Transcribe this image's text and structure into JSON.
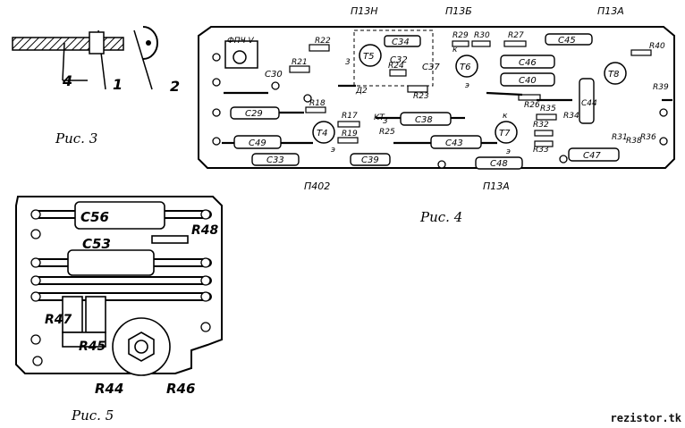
{
  "figures": {
    "fig3": {
      "caption": "Рис. 3",
      "labels": [
        "4",
        "1",
        "2"
      ]
    },
    "fig4": {
      "caption": "Рис. 4",
      "top_labels": [
        "П13Н",
        "П13Б",
        "П13А"
      ],
      "bottom_labels": [
        "П402",
        "П13А"
      ],
      "chip_label": "ФПЧ V",
      "caps": [
        "С34",
        "С38",
        "С43",
        "С45",
        "С46",
        "С40",
        "С44",
        "С47",
        "С48",
        "С29",
        "С49",
        "С33",
        "С39",
        "С30",
        "С32",
        "С37"
      ],
      "resistors": [
        "R22",
        "R21",
        "R24",
        "R23",
        "R29",
        "R30",
        "R27",
        "R40",
        "R18",
        "R17",
        "R19",
        "R25",
        "R26",
        "R35",
        "R34",
        "R32",
        "R33",
        "R31",
        "R36",
        "R38",
        "R39"
      ],
      "transistors": [
        "Т5",
        "Т6",
        "Т8",
        "Т4",
        "Т7"
      ],
      "misc": [
        "Д2",
        "КТ",
        "3",
        "3",
        "к",
        "э",
        "э",
        "к",
        "э"
      ]
    },
    "fig5": {
      "caption": "Рис. 5",
      "labels": [
        "С56",
        "С53",
        "R48",
        "R47",
        "R45",
        "R44",
        "R46"
      ]
    }
  },
  "watermark": "rezistor.tk"
}
